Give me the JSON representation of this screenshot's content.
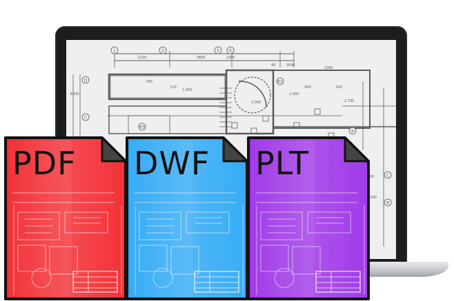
{
  "documents": [
    {
      "label": "PDF",
      "color": "#f2252b"
    },
    {
      "label": "DWF",
      "color": "#2aa7f5"
    },
    {
      "label": "PLT",
      "color": "#9b2fe6"
    }
  ],
  "drawing": {
    "dimensions": [
      "1220",
      "3800",
      "1300",
      "40",
      "3090",
      "4000",
      "190",
      "120",
      "1.030",
      "2.000",
      "1300",
      "2.000",
      "600",
      "100",
      "2.700",
      "4000",
      "10000"
    ],
    "grid_bubbles": [
      "1",
      "2",
      "5",
      "6",
      "D",
      "C",
      "B",
      "R1",
      "R3",
      "C",
      "B"
    ]
  }
}
